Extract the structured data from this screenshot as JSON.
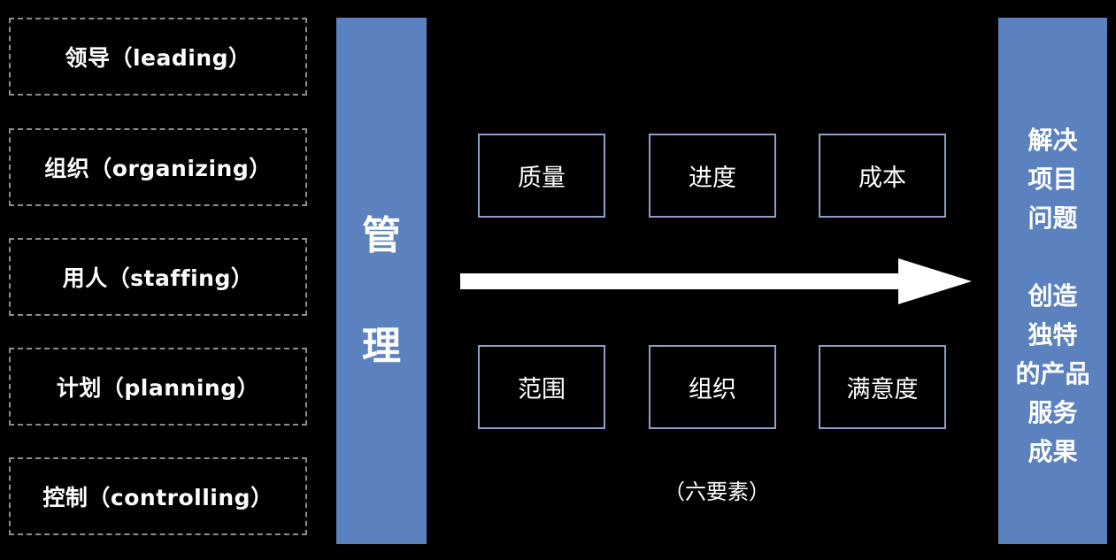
{
  "functions": [
    {
      "label": "领导（leading）"
    },
    {
      "label": "组织（organizing）"
    },
    {
      "label": "用人（staffing）"
    },
    {
      "label": "计划（planning）"
    },
    {
      "label": "控制（controlling）"
    }
  ],
  "management_bar": {
    "chars": [
      "管",
      "理"
    ]
  },
  "elements": [
    {
      "label": "质量"
    },
    {
      "label": "进度"
    },
    {
      "label": "成本"
    },
    {
      "label": "范围"
    },
    {
      "label": "组织"
    },
    {
      "label": "满意度"
    }
  ],
  "elements_caption": "（六要素）",
  "result_bar": {
    "lines": [
      "解决",
      "项目",
      "问题",
      "",
      "创造",
      "独特",
      "的产品",
      "服务",
      "成果"
    ]
  },
  "colors": {
    "background": "#000000",
    "bar_blue": "#5b82bf",
    "dashed_border": "#8a8d93",
    "element_border": "#8d9fc8",
    "text": "#ffffff"
  }
}
